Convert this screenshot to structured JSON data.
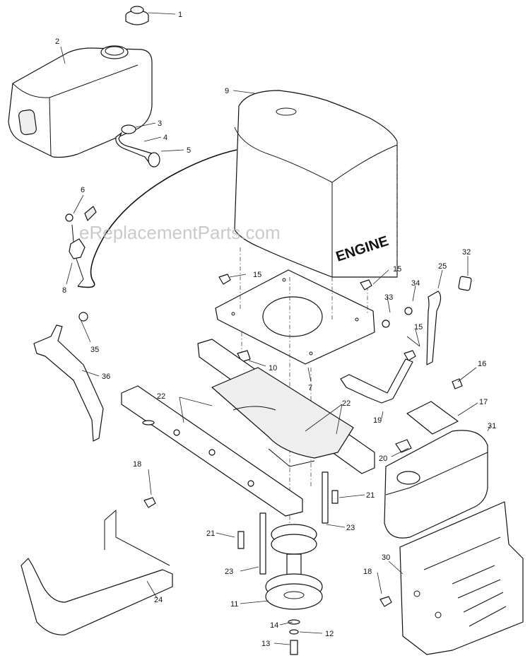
{
  "watermark": "eReplacementParts.com",
  "engine_label": "ENGINE",
  "callouts": {
    "c1": "1",
    "c2": "2",
    "c3": "3",
    "c4": "4",
    "c5": "5",
    "c6": "6",
    "c7": "7",
    "c8": "8",
    "c9": "9",
    "c10": "10",
    "c11": "11",
    "c12": "12",
    "c13": "13",
    "c14": "14",
    "c15a": "15",
    "c15b": "15",
    "c15c": "15",
    "c16": "16",
    "c17": "17",
    "c18a": "18",
    "c18b": "18",
    "c19": "19",
    "c20": "20",
    "c21a": "21",
    "c21b": "21",
    "c22a": "22",
    "c22b": "22",
    "c23a": "23",
    "c23b": "23",
    "c24": "24",
    "c25": "25",
    "c30": "30",
    "c31": "31",
    "c32": "32",
    "c33": "33",
    "c34": "34",
    "c35": "35",
    "c36": "36"
  }
}
